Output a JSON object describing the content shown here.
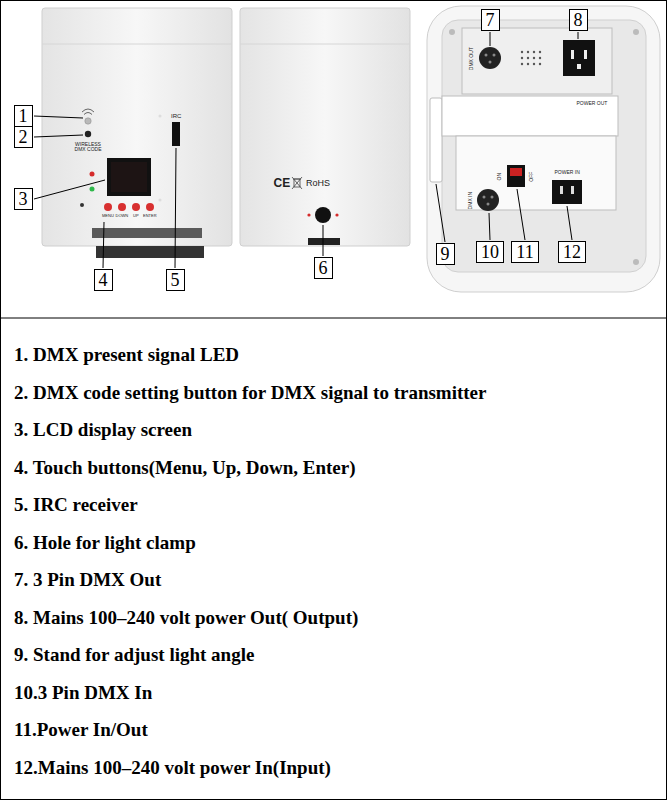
{
  "diagram": {
    "nodes": [
      {
        "text": [
          "1"
        ]
      },
      {
        "text": [
          "2"
        ]
      },
      {
        "text": [
          "3"
        ]
      },
      {
        "text": [
          "4"
        ]
      },
      {
        "text": [
          "5"
        ]
      },
      {
        "text": [
          "6"
        ]
      },
      {
        "text": [
          "7"
        ]
      },
      {
        "text": [
          "8"
        ]
      },
      {
        "text": [
          "9"
        ]
      },
      {
        "text": [
          "10"
        ]
      },
      {
        "text": [
          "11"
        ]
      },
      {
        "text": [
          "12"
        ]
      }
    ],
    "labels": [
      "WIRELESS DMX CODE",
      "IRC",
      "MENU",
      "DOWN",
      "UP",
      "ENTER",
      "CE",
      "RoHS",
      "DMX OUT",
      "POWER OUT",
      "ON",
      "OFF",
      "POWER IN",
      "DMX IN",
      "1. DMX present signal LED",
      "2. DMX code setting button for DMX signal to transmitter",
      "3. LCD display screen",
      "4. Touch buttons(Menu, Up, Down, Enter)",
      "5. IRC receiver",
      "6. Hole for light clamp",
      "7. 3 Pin DMX Out",
      "8. Mains 100–240 volt power Out( Output)",
      "9. Stand for adjust light angle",
      "10.3 Pin DMX In",
      "11.Power In/Out",
      "12.Mains 100–240 volt power In(Input)"
    ]
  }
}
